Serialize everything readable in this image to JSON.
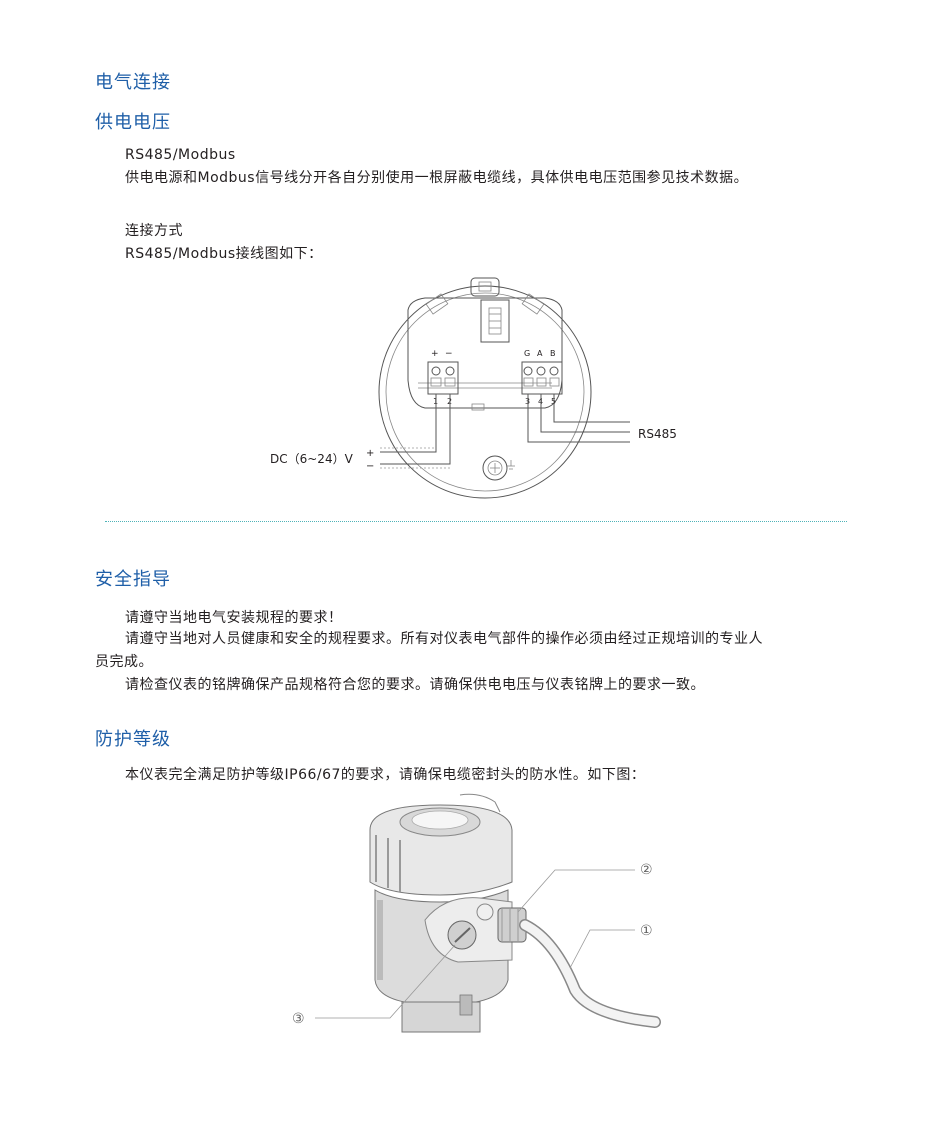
{
  "sections": {
    "electrical": {
      "title": "电气连接"
    },
    "power": {
      "title": "供电电压",
      "line1": "RS485/Modbus",
      "line2": "供电电源和Modbus信号线分开各自分别使用一根屏蔽电缆线，具体供电电压范围参见技术数据。",
      "line3": "连接方式",
      "line4": "RS485/Modbus接线图如下："
    },
    "safety": {
      "title": "安全指导",
      "p1": "请遵守当地电气安装规程的要求！",
      "p2a": "请遵守当地对人员健康和安全的规程要求。所有对仪表电气部件的操作必须由经过正规培训的专业人",
      "p2b": "员完成。",
      "p3": "请检查仪表的铭牌确保产品规格符合您的要求。请确保供电电压与仪表铭牌上的要求一致。"
    },
    "protection": {
      "title": "防护等级",
      "p1": "本仪表完全满足防护等级IP66/67的要求，请确保电缆密封头的防水性。如下图："
    }
  },
  "wiring_diagram": {
    "plus": "+",
    "minus": "−",
    "g": "G",
    "a": "A",
    "b": "B",
    "t1": "1",
    "t2": "2",
    "t3": "3",
    "t4": "4",
    "t5": "5",
    "rs485_label": "RS485",
    "dc_label": "DC（6~24）V",
    "dc_plus": "+",
    "dc_minus": "−"
  },
  "device_figure": {
    "callout1": "①",
    "callout2": "②",
    "callout3": "③"
  }
}
